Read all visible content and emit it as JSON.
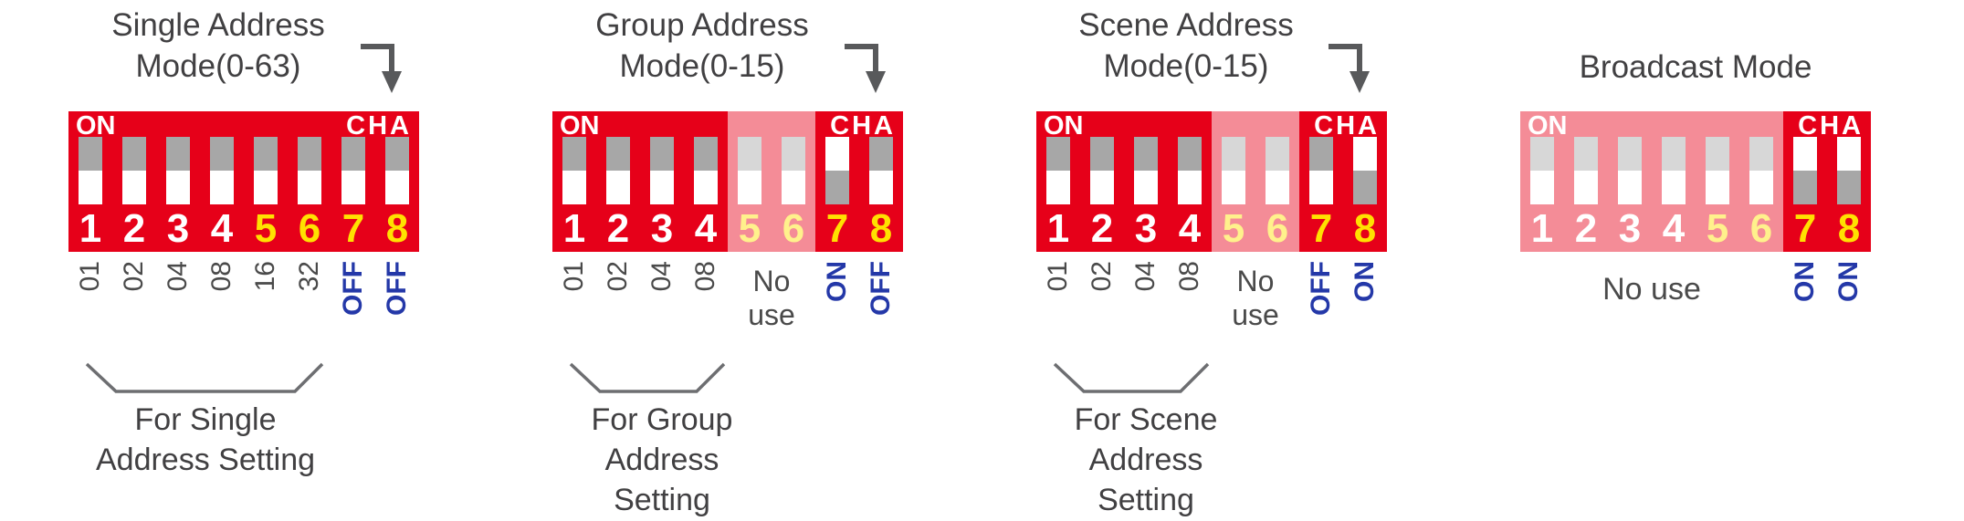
{
  "colors": {
    "block_red": "#e60019",
    "slot_gray": "#a7a7a7",
    "knob_white": "#ffffff",
    "number_white": "#ffffff",
    "number_yellow": "#ffe100",
    "label_blue": "#2438a8",
    "text_dark": "#4a4a4a",
    "title_gray": "#414042",
    "arrow_gray": "#58595b",
    "bracket_gray": "#6d6e71",
    "overlay_white": "rgba(255,255,255,0.55)"
  },
  "panels": [
    {
      "title_line1": "Single Address",
      "title_line2": "Mode(0-63)",
      "on_label": "ON",
      "cha_label": "CHA",
      "switches": [
        {
          "num": "1",
          "state": "down",
          "active": true,
          "label": "01"
        },
        {
          "num": "2",
          "state": "down",
          "active": true,
          "label": "02"
        },
        {
          "num": "3",
          "state": "down",
          "active": true,
          "label": "04"
        },
        {
          "num": "4",
          "state": "down",
          "active": true,
          "label": "08"
        },
        {
          "num": "5",
          "state": "down",
          "active": true,
          "label": "16"
        },
        {
          "num": "6",
          "state": "down",
          "active": true,
          "label": "32"
        },
        {
          "num": "7",
          "state": "down",
          "active": true,
          "label": "OFF"
        },
        {
          "num": "8",
          "state": "down",
          "active": true,
          "label": "OFF"
        }
      ],
      "caption_line1": "For Single",
      "caption_line2": "Address Setting"
    },
    {
      "title_line1": "Group Address",
      "title_line2": "Mode(0-15)",
      "on_label": "ON",
      "cha_label": "CHA",
      "switches": [
        {
          "num": "1",
          "state": "down",
          "active": true,
          "label": "01"
        },
        {
          "num": "2",
          "state": "down",
          "active": true,
          "label": "02"
        },
        {
          "num": "3",
          "state": "down",
          "active": true,
          "label": "04"
        },
        {
          "num": "4",
          "state": "down",
          "active": true,
          "label": "08"
        },
        {
          "num": "5",
          "state": "down",
          "active": false,
          "label": ""
        },
        {
          "num": "6",
          "state": "down",
          "active": false,
          "label": ""
        },
        {
          "num": "7",
          "state": "up",
          "active": true,
          "label": "ON"
        },
        {
          "num": "8",
          "state": "down",
          "active": true,
          "label": "OFF"
        }
      ],
      "no_use_line1": "No",
      "no_use_line2": "use",
      "caption_line1": "For Group",
      "caption_line2": "Address Setting"
    },
    {
      "title_line1": "Scene Address",
      "title_line2": "Mode(0-15)",
      "on_label": "ON",
      "cha_label": "CHA",
      "switches": [
        {
          "num": "1",
          "state": "down",
          "active": true,
          "label": "01"
        },
        {
          "num": "2",
          "state": "down",
          "active": true,
          "label": "02"
        },
        {
          "num": "3",
          "state": "down",
          "active": true,
          "label": "04"
        },
        {
          "num": "4",
          "state": "down",
          "active": true,
          "label": "08"
        },
        {
          "num": "5",
          "state": "down",
          "active": false,
          "label": ""
        },
        {
          "num": "6",
          "state": "down",
          "active": false,
          "label": ""
        },
        {
          "num": "7",
          "state": "down",
          "active": true,
          "label": "OFF"
        },
        {
          "num": "8",
          "state": "up",
          "active": true,
          "label": "ON"
        }
      ],
      "no_use_line1": "No",
      "no_use_line2": "use",
      "caption_line1": "For Scene",
      "caption_line2": "Address Setting"
    },
    {
      "title": "Broadcast Mode",
      "on_label": "ON",
      "cha_label": "CHA",
      "switches": [
        {
          "num": "1",
          "state": "down",
          "active": false,
          "label": ""
        },
        {
          "num": "2",
          "state": "down",
          "active": false,
          "label": ""
        },
        {
          "num": "3",
          "state": "down",
          "active": false,
          "label": ""
        },
        {
          "num": "4",
          "state": "down",
          "active": false,
          "label": ""
        },
        {
          "num": "5",
          "state": "down",
          "active": false,
          "label": ""
        },
        {
          "num": "6",
          "state": "down",
          "active": false,
          "label": ""
        },
        {
          "num": "7",
          "state": "up",
          "active": true,
          "label": "ON"
        },
        {
          "num": "8",
          "state": "up",
          "active": true,
          "label": "ON"
        }
      ],
      "no_use": "No use"
    }
  ]
}
